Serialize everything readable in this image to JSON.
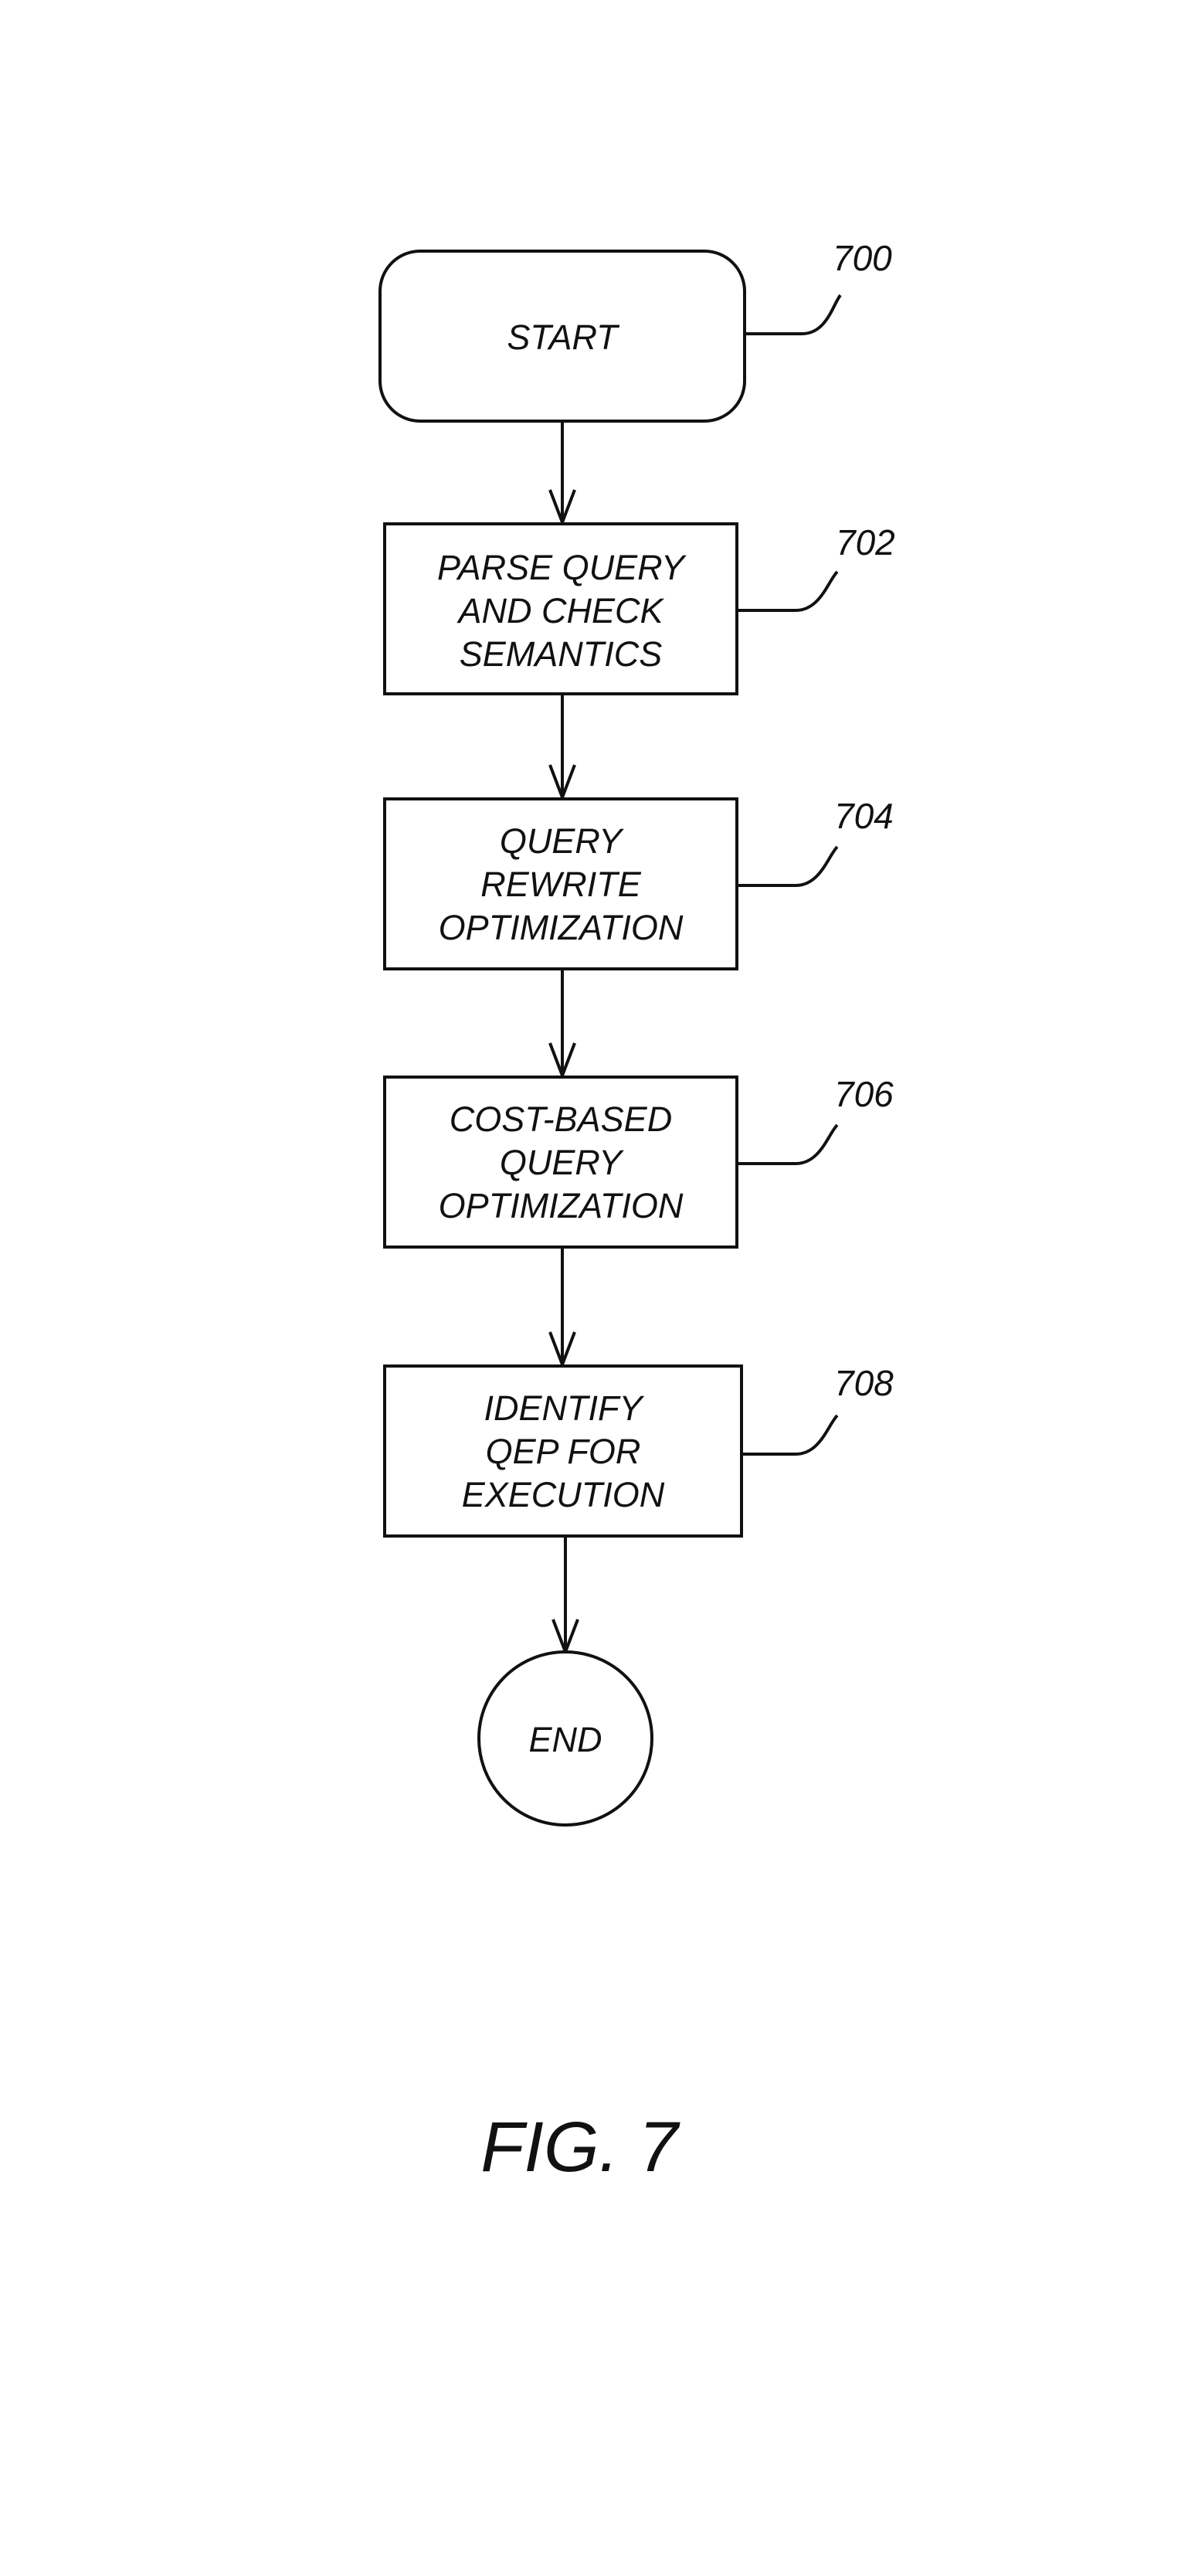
{
  "figure": {
    "caption": "FIG. 7"
  },
  "nodes": [
    {
      "id": "start",
      "ref": "700",
      "lines": [
        "START"
      ]
    },
    {
      "id": "parse",
      "ref": "702",
      "lines": [
        "PARSE QUERY",
        "AND CHECK",
        "SEMANTICS"
      ]
    },
    {
      "id": "rewrite",
      "ref": "704",
      "lines": [
        "QUERY",
        "REWRITE",
        "OPTIMIZATION"
      ]
    },
    {
      "id": "cost",
      "ref": "706",
      "lines": [
        "COST-BASED",
        "QUERY",
        "OPTIMIZATION"
      ]
    },
    {
      "id": "identify",
      "ref": "708",
      "lines": [
        "IDENTIFY",
        "QEP FOR",
        "EXECUTION"
      ]
    },
    {
      "id": "end",
      "ref": "",
      "lines": [
        "END"
      ]
    }
  ]
}
